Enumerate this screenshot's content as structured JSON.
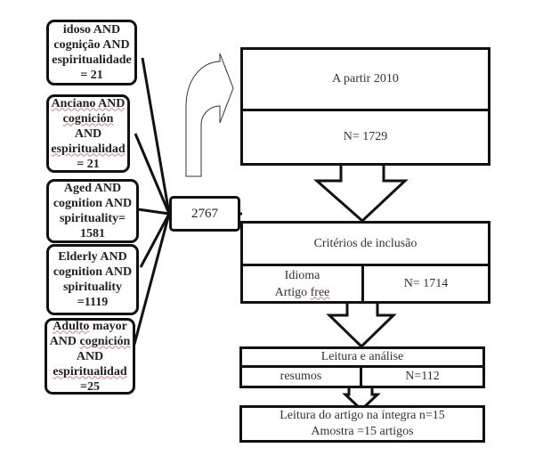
{
  "search_boxes": [
    {
      "lines": [
        "idoso AND",
        "cognição AND",
        "espiritualidade",
        "= 21"
      ]
    },
    {
      "lines": [
        "Anciano AND",
        "cognición",
        "AND",
        "espiritualidad",
        "= 21"
      ]
    },
    {
      "lines": [
        "Aged AND",
        "cognition AND",
        "spirituality=",
        "1581"
      ]
    },
    {
      "lines": [
        "Elderly AND",
        "cognition AND",
        "spirituality",
        "=1119"
      ]
    },
    {
      "lines": [
        "Adulto mayor",
        "AND cognición",
        "AND",
        "espiritualidad",
        "=25"
      ]
    }
  ],
  "total": "2767",
  "stage1": {
    "title": "A partir 2010",
    "count": "N= 1729"
  },
  "stage2": {
    "title": "Critérios de inclusão",
    "criteria_line1": "Idioma",
    "criteria_line2": "Artigo free",
    "count": "N=  1714"
  },
  "stage3": {
    "title": "Leitura e análise",
    "sub": "resumos",
    "count": "N=112"
  },
  "stage4": {
    "line1": "Leitura do artigo na íntegra  n=15",
    "line2": "Amostra =15 artigos"
  }
}
